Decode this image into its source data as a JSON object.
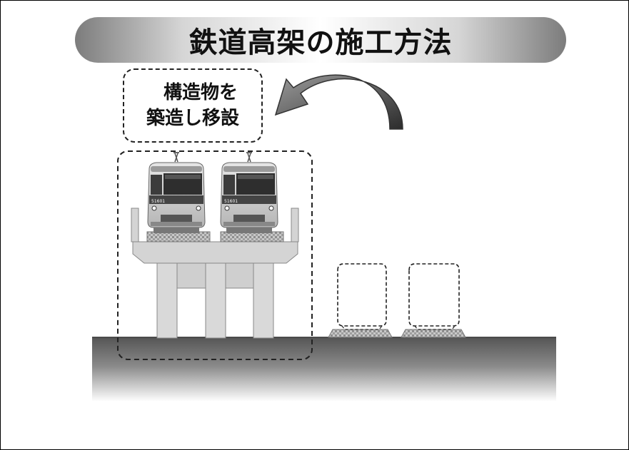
{
  "slide": {
    "title": "鉄道高架の施工方法",
    "callout": {
      "line1": "構造物を",
      "line2": "築造し移設"
    },
    "train": {
      "number_label": "51601"
    }
  }
}
